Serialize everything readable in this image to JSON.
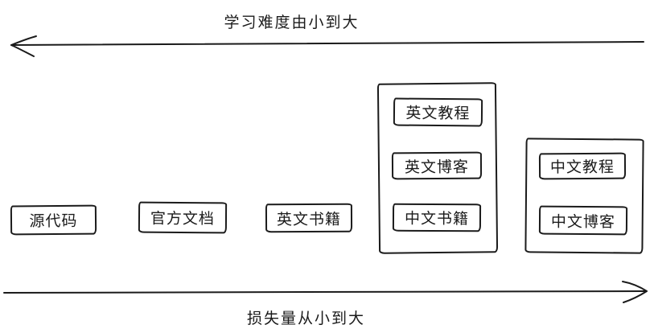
{
  "axes": {
    "top": {
      "label": "学习难度由小到大",
      "direction": "left"
    },
    "bottom": {
      "label": "损失量从小到大",
      "direction": "right"
    }
  },
  "standalone_nodes": [
    {
      "label": "源代码"
    },
    {
      "label": "官方文档"
    },
    {
      "label": "英文书籍"
    }
  ],
  "groups": [
    {
      "items": [
        {
          "label": "英文教程"
        },
        {
          "label": "英文博客"
        },
        {
          "label": "中文书籍"
        }
      ]
    },
    {
      "items": [
        {
          "label": "中文教程"
        },
        {
          "label": "中文博客"
        }
      ]
    }
  ],
  "colors": {
    "stroke": "#1b1b1b",
    "background": "#ffffff"
  }
}
